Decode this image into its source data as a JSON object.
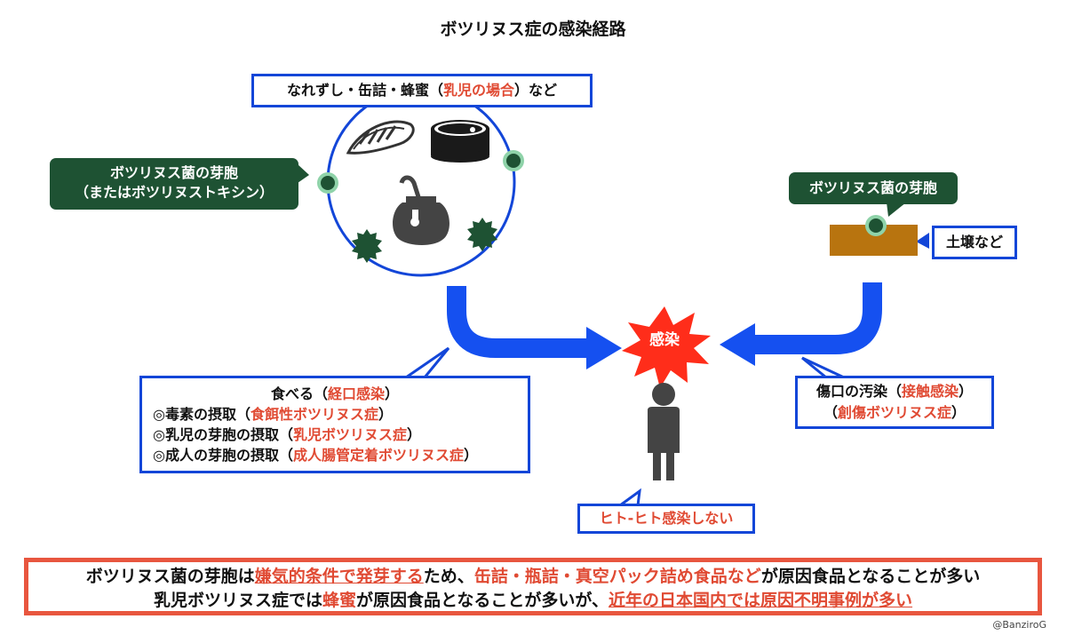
{
  "title": "ボツリヌス症の感染経路",
  "foods_box": {
    "prefix": "なれずし・缶詰・蜂蜜（",
    "highlight": "乳児の場合",
    "suffix": "）など"
  },
  "spore_left": {
    "line1": "ボツリヌス菌の芽胞",
    "line2": "（またはボツリヌストキシン）"
  },
  "spore_right": {
    "label": "ボツリヌス菌の芽胞"
  },
  "soil_box": {
    "label": "土壌など"
  },
  "infection_burst": {
    "label": "感染"
  },
  "eat_box": {
    "head_prefix": "食べる（",
    "head_highlight": "経口感染",
    "head_suffix": "）",
    "items": [
      {
        "prefix": "◎毒素の摂取（",
        "highlight": "食餌性ボツリヌス症",
        "suffix": "）"
      },
      {
        "prefix": "◎乳児の芽胞の摂取（",
        "highlight": "乳児ボツリヌス症",
        "suffix": "）"
      },
      {
        "prefix": "◎成人の芽胞の摂取（",
        "highlight": "成人腸管定着ボツリヌス症",
        "suffix": "）"
      }
    ]
  },
  "wound_box": {
    "line1_prefix": "傷口の汚染（",
    "line1_highlight": "接触感染",
    "line1_suffix": "）",
    "line2_prefix": "（",
    "line2_highlight": "創傷ボツリヌス症",
    "line2_suffix": "）"
  },
  "no_h2h": {
    "label": "ヒト-ヒト感染しない"
  },
  "summary": {
    "line1": [
      {
        "text": "ボツリヌス菌の芽胞は",
        "style": "plain"
      },
      {
        "text": "嫌気的条件で発芽する",
        "style": "red-underline"
      },
      {
        "text": "ため、",
        "style": "plain"
      },
      {
        "text": "缶詰・瓶詰・真空パック詰め食品など",
        "style": "red"
      },
      {
        "text": "が原因食品となることが多い",
        "style": "plain"
      }
    ],
    "line2": [
      {
        "text": "乳児ボツリヌス症では",
        "style": "plain"
      },
      {
        "text": "蜂蜜",
        "style": "red"
      },
      {
        "text": "が原因食品となることが多いが、",
        "style": "plain"
      },
      {
        "text": "近年の日本国内では原因不明事例が多い",
        "style": "red-underline"
      }
    ]
  },
  "credit": "@BanziroG",
  "icons": [
    "fish-icon",
    "can-icon",
    "honey-pot-icon",
    "person-icon",
    "spore-icon",
    "burst-icon",
    "arrow-icon"
  ],
  "colors": {
    "blue": "#1346d8",
    "arrow_blue": "#1550f0",
    "green": "#1e5233",
    "spore_ring": "#8fd3a9",
    "red": "#e04a33",
    "soil": "#b8740f",
    "burst": "#ff2d1a"
  }
}
